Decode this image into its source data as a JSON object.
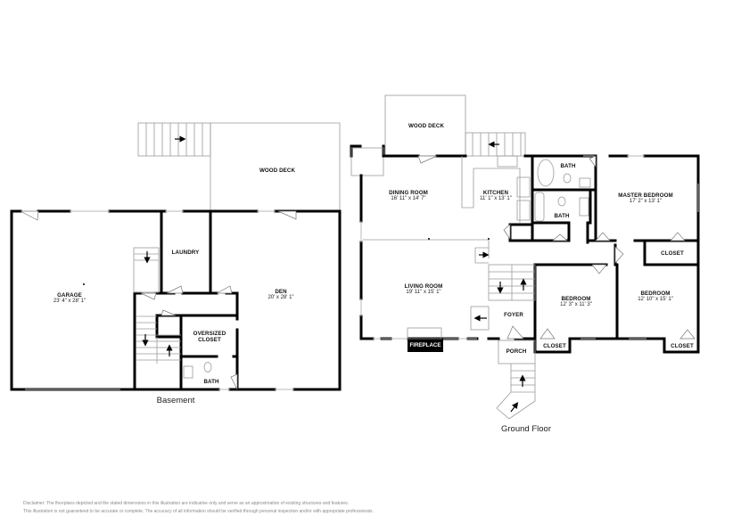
{
  "floors": {
    "basement": {
      "title": "Basement",
      "rooms": {
        "wood_deck": {
          "label": "WOOD DECK"
        },
        "garage": {
          "label": "GARAGE",
          "dims": "23' 4\" x 28' 1\""
        },
        "laundry": {
          "label": "LAUNDRY"
        },
        "den": {
          "label": "DEN",
          "dims": "20' x 28' 1\""
        },
        "oversized_closet": {
          "label_line1": "OVERSIZED",
          "label_line2": "CLOSET"
        },
        "bath": {
          "label": "BATH"
        }
      }
    },
    "ground": {
      "title": "Ground Floor",
      "rooms": {
        "wood_deck": {
          "label": "WOOD DECK"
        },
        "dining_room": {
          "label": "DINING ROOM",
          "dims": "16' 11\" x 14' 7\""
        },
        "kitchen": {
          "label": "KITCHEN",
          "dims": "11' 1\" x 13' 1\""
        },
        "bath_upper": {
          "label": "BATH"
        },
        "bath_lower": {
          "label": "BATH"
        },
        "master_bedroom": {
          "label": "MASTER BEDROOM",
          "dims": "17' 2\" x 13' 1\""
        },
        "master_closet": {
          "label": "CLOSET"
        },
        "living_room": {
          "label": "LIVING ROOM",
          "dims": "19' 11\" x 15' 1\""
        },
        "fireplace": {
          "label": "FIREPLACE"
        },
        "foyer": {
          "label": "FOYER"
        },
        "porch": {
          "label": "PORCH"
        },
        "bedroom_1": {
          "label": "BEDROOM",
          "dims": "12' 3\" x 11' 3\""
        },
        "bedroom_1_closet": {
          "label": "CLOSET"
        },
        "bedroom_2": {
          "label": "BEDROOM",
          "dims": "12' 10\" x 15' 1\""
        },
        "bedroom_2_closet": {
          "label": "CLOSET"
        }
      }
    }
  },
  "disclaimer": {
    "line1": "Disclaimer: The floorplans depicted and the stated dimensions in this illustration are indicative only and serve as an approximation of existing structures and features.",
    "line2": "This illustration is not guaranteed to be accurate or complete. The accuracy of all information should be verified through personal inspection and/or with appropriate professionals."
  }
}
